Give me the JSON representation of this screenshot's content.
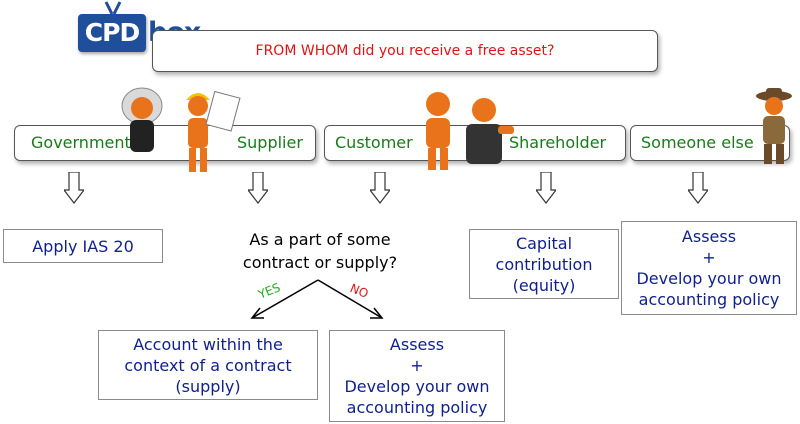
{
  "logo": {
    "part1": "CPD",
    "part2": "box"
  },
  "question": "FROM WHOM did you receive a free asset?",
  "categories": {
    "government": "Government",
    "supplier": "Supplier",
    "customer": "Customer",
    "shareholder": "Shareholder",
    "someone_else": "Someone else"
  },
  "results": {
    "government": "Apply IAS 20",
    "supplier_question": "As a part of some\ncontract or supply?",
    "yes_label": "YES",
    "no_label": "NO",
    "contract": "Account within the\ncontext of a contract\n(supply)",
    "assess_left": "Assess\n+\nDevelop your own\naccounting policy",
    "shareholder": "Capital\ncontribution\n(equity)",
    "assess_right": "Assess\n+\nDevelop your own\naccounting policy"
  },
  "colors": {
    "question_text": "#e01414",
    "category_text": "#1a7a1a",
    "result_text": "#0f1f8c",
    "logo_blue": "#1f4e9a",
    "figure_orange": "#e8731a"
  }
}
